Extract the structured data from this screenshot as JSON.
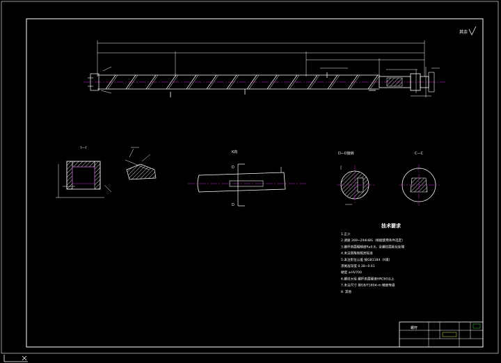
{
  "drawing": {
    "roughness_symbol": "其余",
    "overall_length_label": "",
    "sections": {
      "section_a_label": "I—I",
      "section_b_label": "K向",
      "section_c_label": "D—D旋转",
      "section_d_label": "C—C",
      "cut_mark": "D"
    },
    "technical_requirements": {
      "title": "技术要求",
      "lines": [
        "1.正火",
        "2.调质  269~294HBS（根据使用条件选定）",
        "3.螺杆表面粗糙度Ra0.8，全螺纹面氮化处理",
        "4.未注倒角按相关标准",
        "5.未注形位公差  按GB1184（K级）",
        "渗氮层深度  0.38~0.61",
        "硬度  ≥HV700",
        "6.螺纹大径  螺杆表面硬度HRC60以上",
        "7.未注尺寸  按GB/T1804-m  精度等级",
        "8.  其他"
      ]
    },
    "title_block": {
      "part_name": "螺杆"
    }
  },
  "colors": {
    "line": "#ffffff",
    "accent": "#d020d0",
    "dim": "#ffffff",
    "green": "#40d040",
    "yellow": "#e8e840",
    "hatch": "#ffffff"
  }
}
